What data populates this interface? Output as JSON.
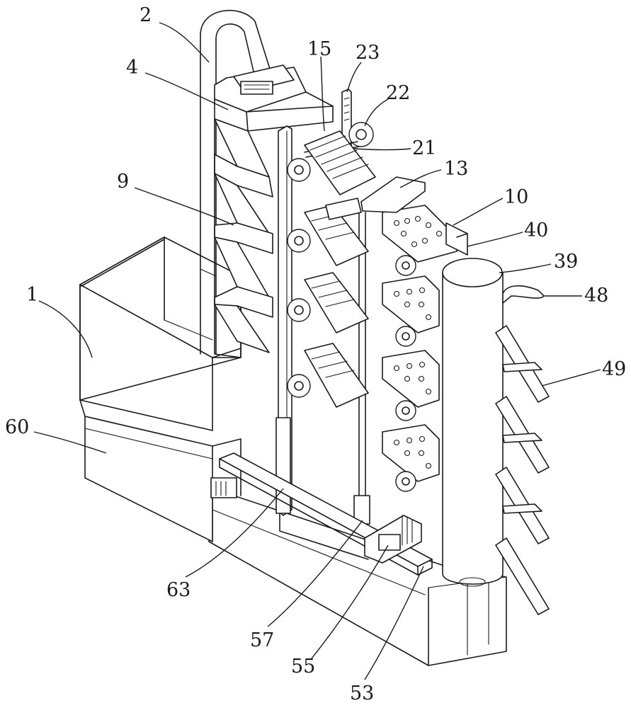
{
  "labels": [
    {
      "id": "2",
      "text": "2"
    },
    {
      "id": "15",
      "text": "15"
    },
    {
      "id": "23",
      "text": "23"
    },
    {
      "id": "4",
      "text": "4"
    },
    {
      "id": "22",
      "text": "22"
    },
    {
      "id": "21",
      "text": "21"
    },
    {
      "id": "13",
      "text": "13"
    },
    {
      "id": "9",
      "text": "9"
    },
    {
      "id": "10",
      "text": "10"
    },
    {
      "id": "40",
      "text": "40"
    },
    {
      "id": "39",
      "text": "39"
    },
    {
      "id": "48",
      "text": "48"
    },
    {
      "id": "1",
      "text": "1"
    },
    {
      "id": "49",
      "text": "49"
    },
    {
      "id": "60",
      "text": "60"
    },
    {
      "id": "63",
      "text": "63"
    },
    {
      "id": "57",
      "text": "57"
    },
    {
      "id": "55",
      "text": "55"
    },
    {
      "id": "53",
      "text": "53"
    }
  ]
}
